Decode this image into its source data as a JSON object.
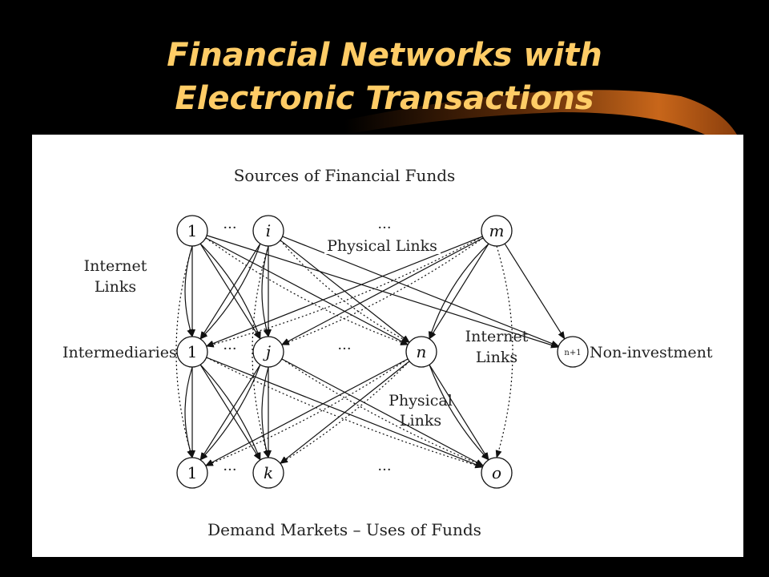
{
  "slide": {
    "title_line1": "Financial Networks with",
    "title_line2": "Electronic Transactions",
    "accent_color": "#ffcc66",
    "swoosh_color": "#c8661a"
  },
  "diagram": {
    "top_label": "Sources of Financial Funds",
    "bottom_label": "Demand Markets – Uses of Funds",
    "intermediaries_label": "Intermediaries",
    "noninvestment_label": "Non-investment",
    "internet_links_left": [
      "Internet",
      "Links"
    ],
    "internet_links_right": [
      "Internet",
      "Links"
    ],
    "physical_links_top": "Physical Links",
    "physical_links_mid": [
      "Physical",
      "Links"
    ],
    "ellipsis": "···",
    "top_nodes": [
      "1",
      "i",
      "m"
    ],
    "mid_nodes": [
      "1",
      "j",
      "n",
      "n+1"
    ],
    "bottom_nodes": [
      "1",
      "k",
      "o"
    ]
  }
}
